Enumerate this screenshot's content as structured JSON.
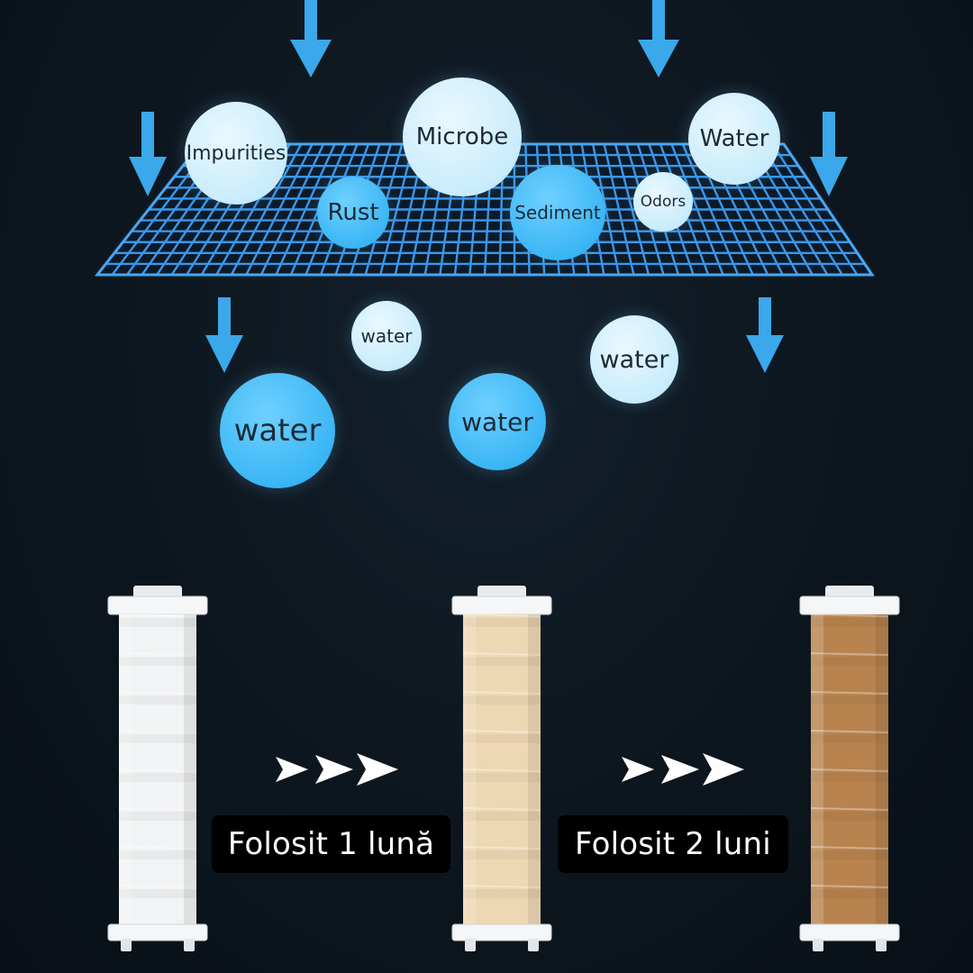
{
  "filter_layer": {
    "particles": [
      {
        "key": "impurities",
        "text": "Impurities"
      },
      {
        "key": "microbe",
        "text": "Microbe"
      },
      {
        "key": "water_top",
        "text": "Water"
      },
      {
        "key": "rust",
        "text": "Rust"
      },
      {
        "key": "sediment",
        "text": "Sediment"
      },
      {
        "key": "odors",
        "text": "Odors"
      }
    ]
  },
  "filtered_output": {
    "drops": [
      {
        "key": "water_small",
        "text": "water"
      },
      {
        "key": "water_right",
        "text": "water"
      },
      {
        "key": "water_big_left",
        "text": "water"
      },
      {
        "key": "water_mid",
        "text": "water"
      }
    ]
  },
  "cartridges": {
    "stages": [
      {
        "state": "new",
        "color": "#f2f3f4"
      },
      {
        "state": "used-1",
        "color": "#eed7b3",
        "caption": "Folosit 1 lună"
      },
      {
        "state": "used-2",
        "color": "#b8834f",
        "caption": "Folosit 2 luni"
      }
    ]
  },
  "colors": {
    "background": "#0d161e",
    "arrow_blue": "#3aa8ea",
    "grid_blue": "#2f8fe0"
  }
}
